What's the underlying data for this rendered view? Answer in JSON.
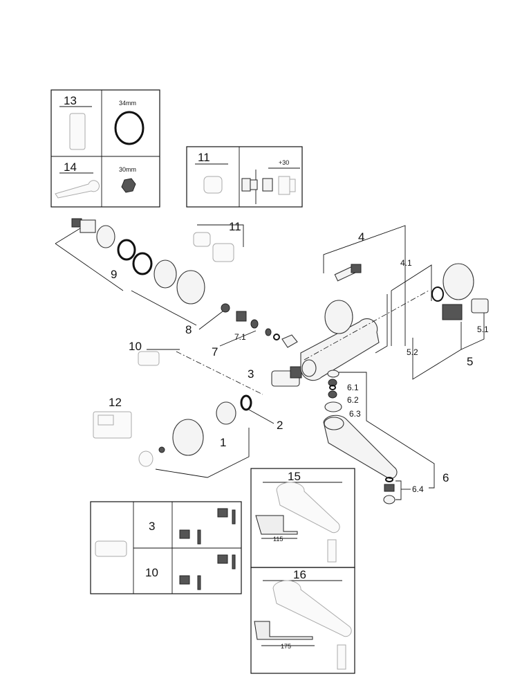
{
  "diagram": {
    "inset_tools": {
      "tool_13": {
        "number": "13",
        "dimension": "34mm"
      },
      "tool_14": {
        "number": "14",
        "dimension": "30mm"
      }
    },
    "inset_extension": {
      "number": "11",
      "dimension": "+30"
    },
    "callouts": {
      "c11": "11",
      "c4": "4",
      "c4_1": "4.1",
      "c9": "9",
      "c8": "8",
      "c7_1": "7.1",
      "c7": "7",
      "c10": "10",
      "c3": "3",
      "c12": "12",
      "c2": "2",
      "c1": "1",
      "c5_1": "5.1",
      "c5_2": "5.2",
      "c5": "5",
      "c6_1": "6.1",
      "c6_2": "6.2",
      "c6_3": "6.3",
      "c6": "6",
      "c6_4": "6.4"
    },
    "inset_cartridge": {
      "row_a": "3",
      "row_b": "10"
    },
    "inset_spout_15": {
      "number": "15",
      "dimension": "115"
    },
    "inset_spout_16": {
      "number": "16",
      "dimension": "175"
    }
  }
}
